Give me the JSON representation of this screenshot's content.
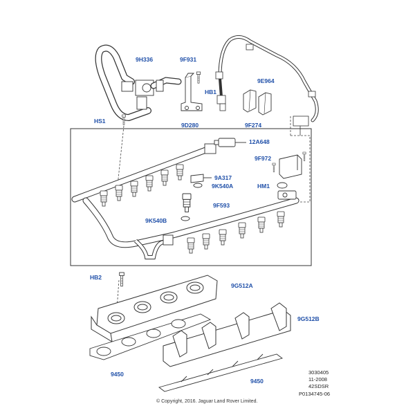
{
  "diagram": {
    "callouts": [
      {
        "id": "9H336",
        "label": "9H336"
      },
      {
        "id": "9F931",
        "label": "9F931"
      },
      {
        "id": "HB1",
        "label": "HB1"
      },
      {
        "id": "9E964",
        "label": "9E964"
      },
      {
        "id": "HS1",
        "label": "HS1"
      },
      {
        "id": "9F274",
        "label": "9F274"
      },
      {
        "id": "9D280",
        "label": "9D280"
      },
      {
        "id": "12A648",
        "label": "12A648"
      },
      {
        "id": "9F972",
        "label": "9F972"
      },
      {
        "id": "9A317",
        "label": "9A317"
      },
      {
        "id": "9K540A",
        "label": "9K540A"
      },
      {
        "id": "HM1",
        "label": "HM1"
      },
      {
        "id": "9F593",
        "label": "9F593"
      },
      {
        "id": "9K540B",
        "label": "9K540B"
      },
      {
        "id": "HB2",
        "label": "HB2"
      },
      {
        "id": "9G512A",
        "label": "9G512A"
      },
      {
        "id": "9G512B",
        "label": "9G512B"
      },
      {
        "id": "9450a",
        "label": "9450"
      },
      {
        "id": "9450b",
        "label": "9450"
      }
    ],
    "reference": {
      "line1": "3030405",
      "line2": "11-2008",
      "line3": "42SDSR",
      "line4": "P0134745-06"
    },
    "copyright": "© Copyright, 2016. Jaguar Land Rover Limited.",
    "colors": {
      "callout": "#1f4fa8",
      "line": "#333333",
      "part_fill": "#ffffff"
    }
  }
}
